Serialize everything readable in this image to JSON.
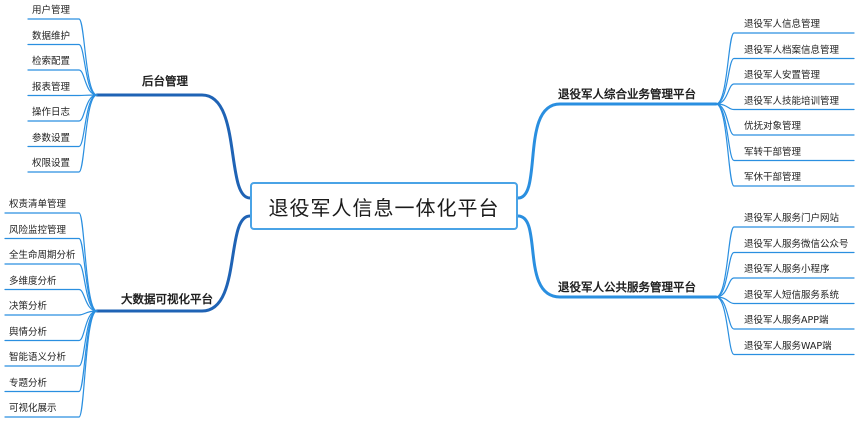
{
  "root": {
    "label": "退役军人信息一体化平台"
  },
  "branches": [
    {
      "id": "backend",
      "label": "后台管理",
      "items": [
        "用户管理",
        "数据维护",
        "检索配置",
        "报表管理",
        "操作日志",
        "参数设置",
        "权限设置"
      ]
    },
    {
      "id": "bigdata",
      "label": "大数据可视化平台",
      "items": [
        "权责清单管理",
        "风险监控管理",
        "全生命周期分析",
        "多维度分析",
        "决策分析",
        "舆情分析",
        "智能语义分析",
        "专题分析",
        "可视化展示"
      ]
    },
    {
      "id": "business",
      "label": "退役军人综合业务管理平台",
      "items": [
        "退役军人信息管理",
        "退役军人档案信息管理",
        "退役军人安置管理",
        "退役军人技能培训管理",
        "优抚对象管理",
        "军转干部管理",
        "军休干部管理"
      ]
    },
    {
      "id": "public",
      "label": "退役军人公共服务管理平台",
      "items": [
        "退役军人服务门户网站",
        "退役军人服务微信公众号",
        "退役军人服务小程序",
        "退役军人短信服务系统",
        "退役军人服务APP端",
        "退役军人服务WAP端"
      ]
    }
  ],
  "colors": {
    "left_branch": "#1f63b5",
    "right_branch": "#2a8fe0",
    "root_border": "#4aa3e6"
  }
}
